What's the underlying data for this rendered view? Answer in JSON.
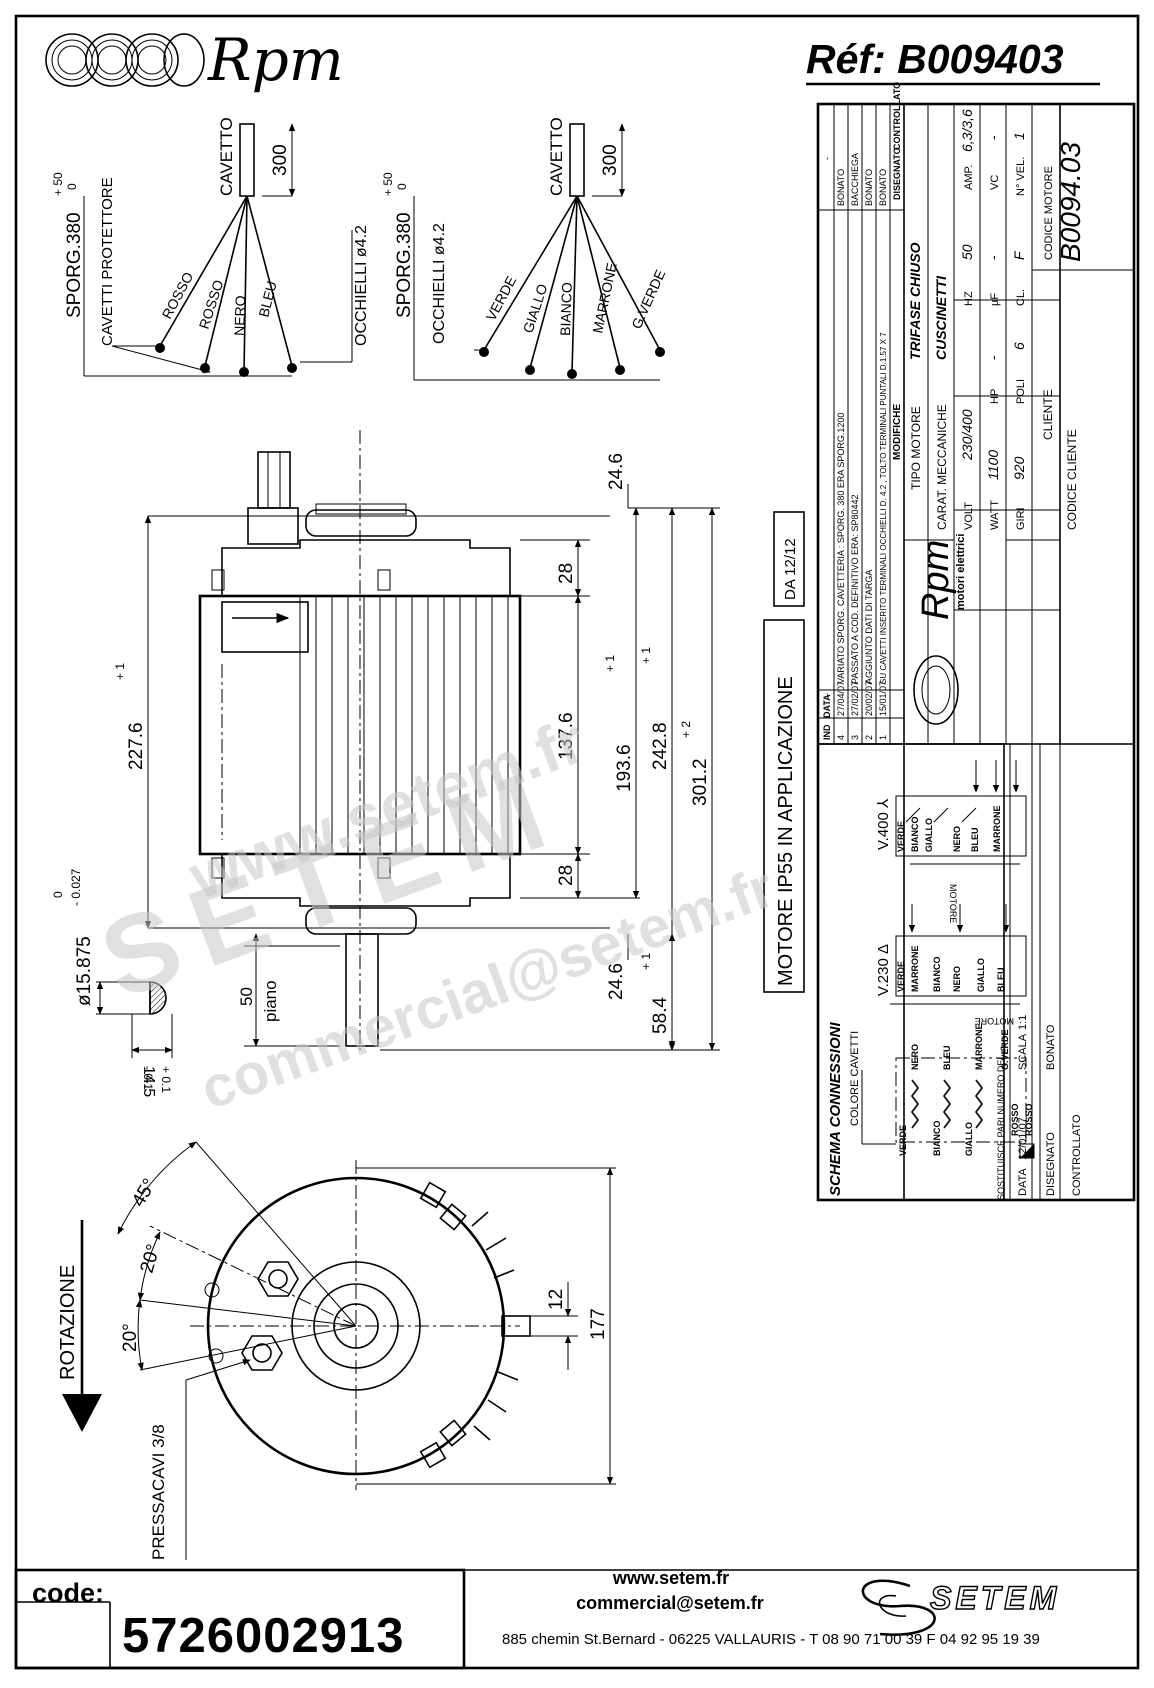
{
  "header": {
    "brand": "Rpm",
    "reference": "Réf:  B009403"
  },
  "wiring_left": {
    "cable_label": "CAVETTO",
    "cable_length": "300",
    "sporg": "SPORG.380",
    "sporg_tol_plus": "+ 50",
    "sporg_tol_zero": "0",
    "protector": "CAVETTI PROTETTORE",
    "occhielli": "OCCHIELLI ø4.2",
    "wires": [
      "ROSSO",
      "ROSSO",
      "NERO",
      "BLEU"
    ]
  },
  "wiring_right": {
    "cable_label": "CAVETTO",
    "cable_length": "300",
    "sporg": "SPORG.380",
    "sporg_tol_plus": "+ 50",
    "sporg_tol_zero": "0",
    "occhielli": "OCCHIELLI ø4.2",
    "wires": [
      "VERDE",
      "GIALLO",
      "BIANCO",
      "MARRONE",
      "G.VERDE"
    ]
  },
  "side_view": {
    "dim_24_6_top": "24.6",
    "dim_28_top": "28",
    "dim_137_6": "137.6",
    "dim_28_bottom": "28",
    "dim_193_6": "193.6",
    "dim_193_tol": "+ 1\n- 1",
    "dim_242_8": "242.8",
    "dim_242_tol": "+ 1\n- 1",
    "dim_301_2": "301.2",
    "dim_301_tol": "+ 2\n- 2",
    "dim_227_6": "227.6",
    "dim_227_tol": "+ 1\n- 1",
    "dim_24_6_bottom": "24.6",
    "dim_58_4": "58.4",
    "dim_58_tol": "+ 1\n- 1",
    "shaft_dia": "ø15.875",
    "shaft_tol_upper": "0",
    "shaft_tol_lower": "- 0.027",
    "flat_length": "50",
    "flat_label": "piano",
    "flat_depth": "14.5",
    "flat_tol": "+ 0.1\n- 0.1"
  },
  "front_view": {
    "rotation": "ROTAZIONE",
    "angle_45": "45°",
    "angle_20_a": "20°",
    "angle_20_b": "20°",
    "cable_gland": "PRESSACAVI 3/8",
    "dim_12": "12",
    "dim_177": "177"
  },
  "title_block": {
    "application_box": "MOTORE IP55 IN APPLICAZIONE",
    "da_box": "DA 12/12",
    "revisions": [
      {
        "ind": "4",
        "date": "27/04/07",
        "text": "VARIATO SPORG. CAVETTERIA : SPORG. 380 ERA SPORG.1200",
        "drawn": "BONATO"
      },
      {
        "ind": "3",
        "date": "27/02/07",
        "text": "PASSATO A COD. DEFINITIVO ERA: SP80442",
        "drawn": "BACCHIEGA"
      },
      {
        "ind": "2",
        "date": "20/02/07",
        "text": "AGGIUNTO DATI DI TARGA",
        "drawn": "BONATO"
      },
      {
        "ind": "1",
        "date": "15/01/07",
        "text": "SU CAVETTI INSERITO TERMINALI OCCHIELLI D. 4.2 , TOLTO TERMINALI PUNTALI D.1.57 X 7",
        "drawn": "BONATO"
      }
    ],
    "rev_head_ind": "IND",
    "rev_head_date": "DATA",
    "rev_head_mod": "MODIFICHE",
    "rev_head_drawn": "DISEGNATO",
    "rev_head_ctrl": "CONTROLLATO",
    "rev_dash": "-",
    "logo_text": "Rpm",
    "logo_sub": "motori elettrici",
    "tipo_label": "TIPO MOTORE",
    "tipo_value": "TRIFASE CHIUSO",
    "carat_label": "CARAT. MECCANICHE",
    "carat_value": "CUSCINETTI",
    "volt_label": "VOLT",
    "volt_value": "230/400",
    "hz_label": "HZ",
    "hz_value": "50",
    "amp_label": "AMP.",
    "amp_value": "6,3/3,6",
    "watt_label": "WATT",
    "watt_value": "1100",
    "hp_label": "HP",
    "hp_value": "-",
    "uf_label": "µF",
    "uf_value": "-",
    "vc_label": "VC",
    "vc_value": "-",
    "giri_label": "GIRI",
    "giri_value": "920",
    "poli_label": "POLI",
    "poli_value": "6",
    "cl_label": "CL.",
    "cl_value": "F",
    "nvel_label": "N° VEL.",
    "nvel_value": "1",
    "cliente_label": "CLIENTE",
    "codice_motore_label": "CODICE MOTORE",
    "codice_motore_value": "B0094.03",
    "codice_cliente_label": "CODICE CLIENTE",
    "sostituisce_label": "SOSTITUISCE PARI NUMERO DEL",
    "sostituisce_value": "-",
    "data_label": "DATA",
    "data_value": "12/01/07",
    "scala_label": "SCALA",
    "scala_value": "1:1",
    "disegnato_label": "DISEGNATO",
    "disegnato_value": "BONATO",
    "controllato_label": "CONTROLLATO"
  },
  "connections": {
    "title": "SCHEMA CONNESSIONI",
    "v400": "V.400 ⅄",
    "v230": "V.230 Δ",
    "motore": "MOTORE",
    "colore_cavetti": "COLORE CAVETTI",
    "y_terminals": [
      "VERDE",
      "BIANCO",
      "GIALLO",
      "NERO",
      "BLEU",
      "MARRONE"
    ],
    "d_terminals": [
      "VERDE",
      "MARRONE",
      "BIANCO",
      "NERO",
      "GIALLO",
      "BLEU"
    ],
    "winding_labels": [
      "VERDE",
      "NERO",
      "BIANCO",
      "BLEU",
      "GIALLO",
      "MARRONE",
      "G.VERDE",
      "ROSSO",
      "ROSSO"
    ]
  },
  "watermarks": [
    "www.setem.fr",
    "SETEM",
    "commercial@setem.fr"
  ],
  "footer": {
    "code_label": "code:",
    "code_value": "5726002913",
    "web": "www.setem.fr",
    "email": "commercial@setem.fr",
    "address": "885 chemin St.Bernard  -  06225 VALLAURIS  -  T 08 90 71 00 39   F 04 92 95 19 39",
    "setem": "SETEM"
  }
}
